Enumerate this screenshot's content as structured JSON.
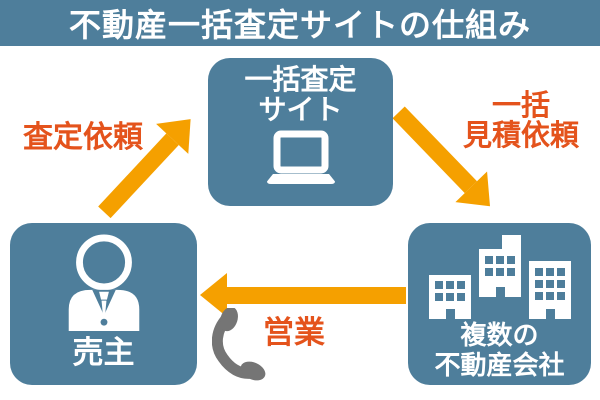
{
  "colors": {
    "panel": "#4e7e9b",
    "arrow": "#f5a000",
    "label": "#e4531c",
    "phone": "#757575",
    "white": "#ffffff",
    "bg": "#ffffff"
  },
  "header": {
    "title": "不動産一括査定サイトの仕組み"
  },
  "nodes": {
    "site": {
      "line1": "一括査定",
      "line2": "サイト",
      "icon": "laptop-icon"
    },
    "seller": {
      "label": "売主",
      "icon": "person-icon"
    },
    "companies": {
      "line1": "複数の",
      "line2": "不動産会社",
      "icon": "buildings-icon"
    }
  },
  "edges": {
    "request": {
      "label": "査定依頼",
      "from": "売主",
      "to": "一括査定サイト",
      "direction": "up-right"
    },
    "bulk_quote": {
      "line1": "一括",
      "line2": "見積依頼",
      "from": "一括査定サイト",
      "to": "複数の不動産会社",
      "direction": "down-right"
    },
    "sales": {
      "label": "営業",
      "from": "複数の不動産会社",
      "to": "売主",
      "direction": "left",
      "icon": "phone-icon"
    }
  }
}
